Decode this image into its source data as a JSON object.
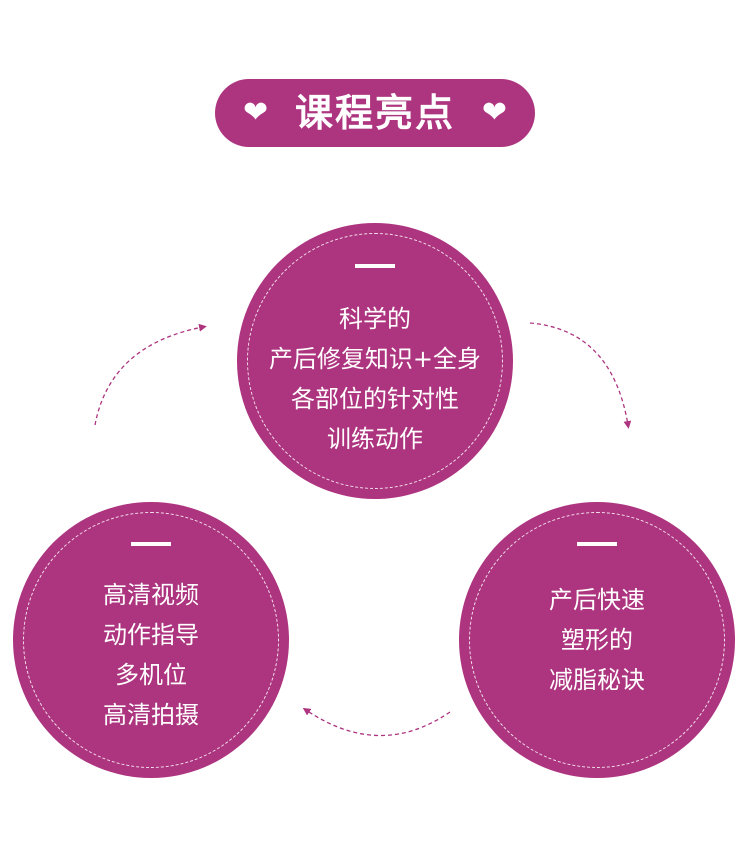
{
  "title": {
    "text": "课程亮点",
    "heart_icon": "heart-icon",
    "color": "#ad347f"
  },
  "circles": {
    "top": {
      "lines": [
        "科学的",
        "产后修复知识+全身",
        "各部位的针对性",
        "训练动作"
      ]
    },
    "left": {
      "lines": [
        "高清视频",
        "动作指导",
        "多机位",
        "高清拍摄"
      ]
    },
    "right": {
      "lines": [
        "产后快速",
        "塑形的",
        "减脂秘诀"
      ]
    }
  },
  "colors": {
    "accent": "#ad347f",
    "text_on_accent": "#ffffff",
    "arrow": "#ad347f"
  }
}
